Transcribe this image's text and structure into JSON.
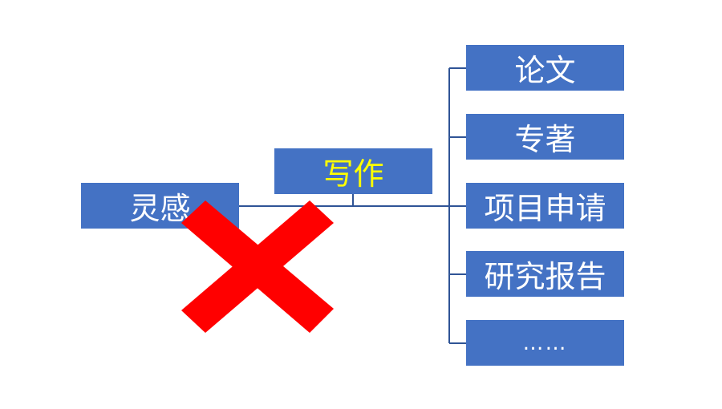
{
  "diagram": {
    "source": {
      "label": "灵感"
    },
    "hub": {
      "label": "写作"
    },
    "outputs": [
      {
        "label": "论文"
      },
      {
        "label": "专著"
      },
      {
        "label": "项目申请"
      },
      {
        "label": "研究报告"
      },
      {
        "label": "……"
      }
    ]
  },
  "colors": {
    "box_fill": "#4472c4",
    "box_text": "#ffffff",
    "hub_text": "#ffff00",
    "connector": "#2f5496",
    "cross": "#ff0000"
  },
  "icons": {
    "rejection_mark": "red-x-cross"
  }
}
